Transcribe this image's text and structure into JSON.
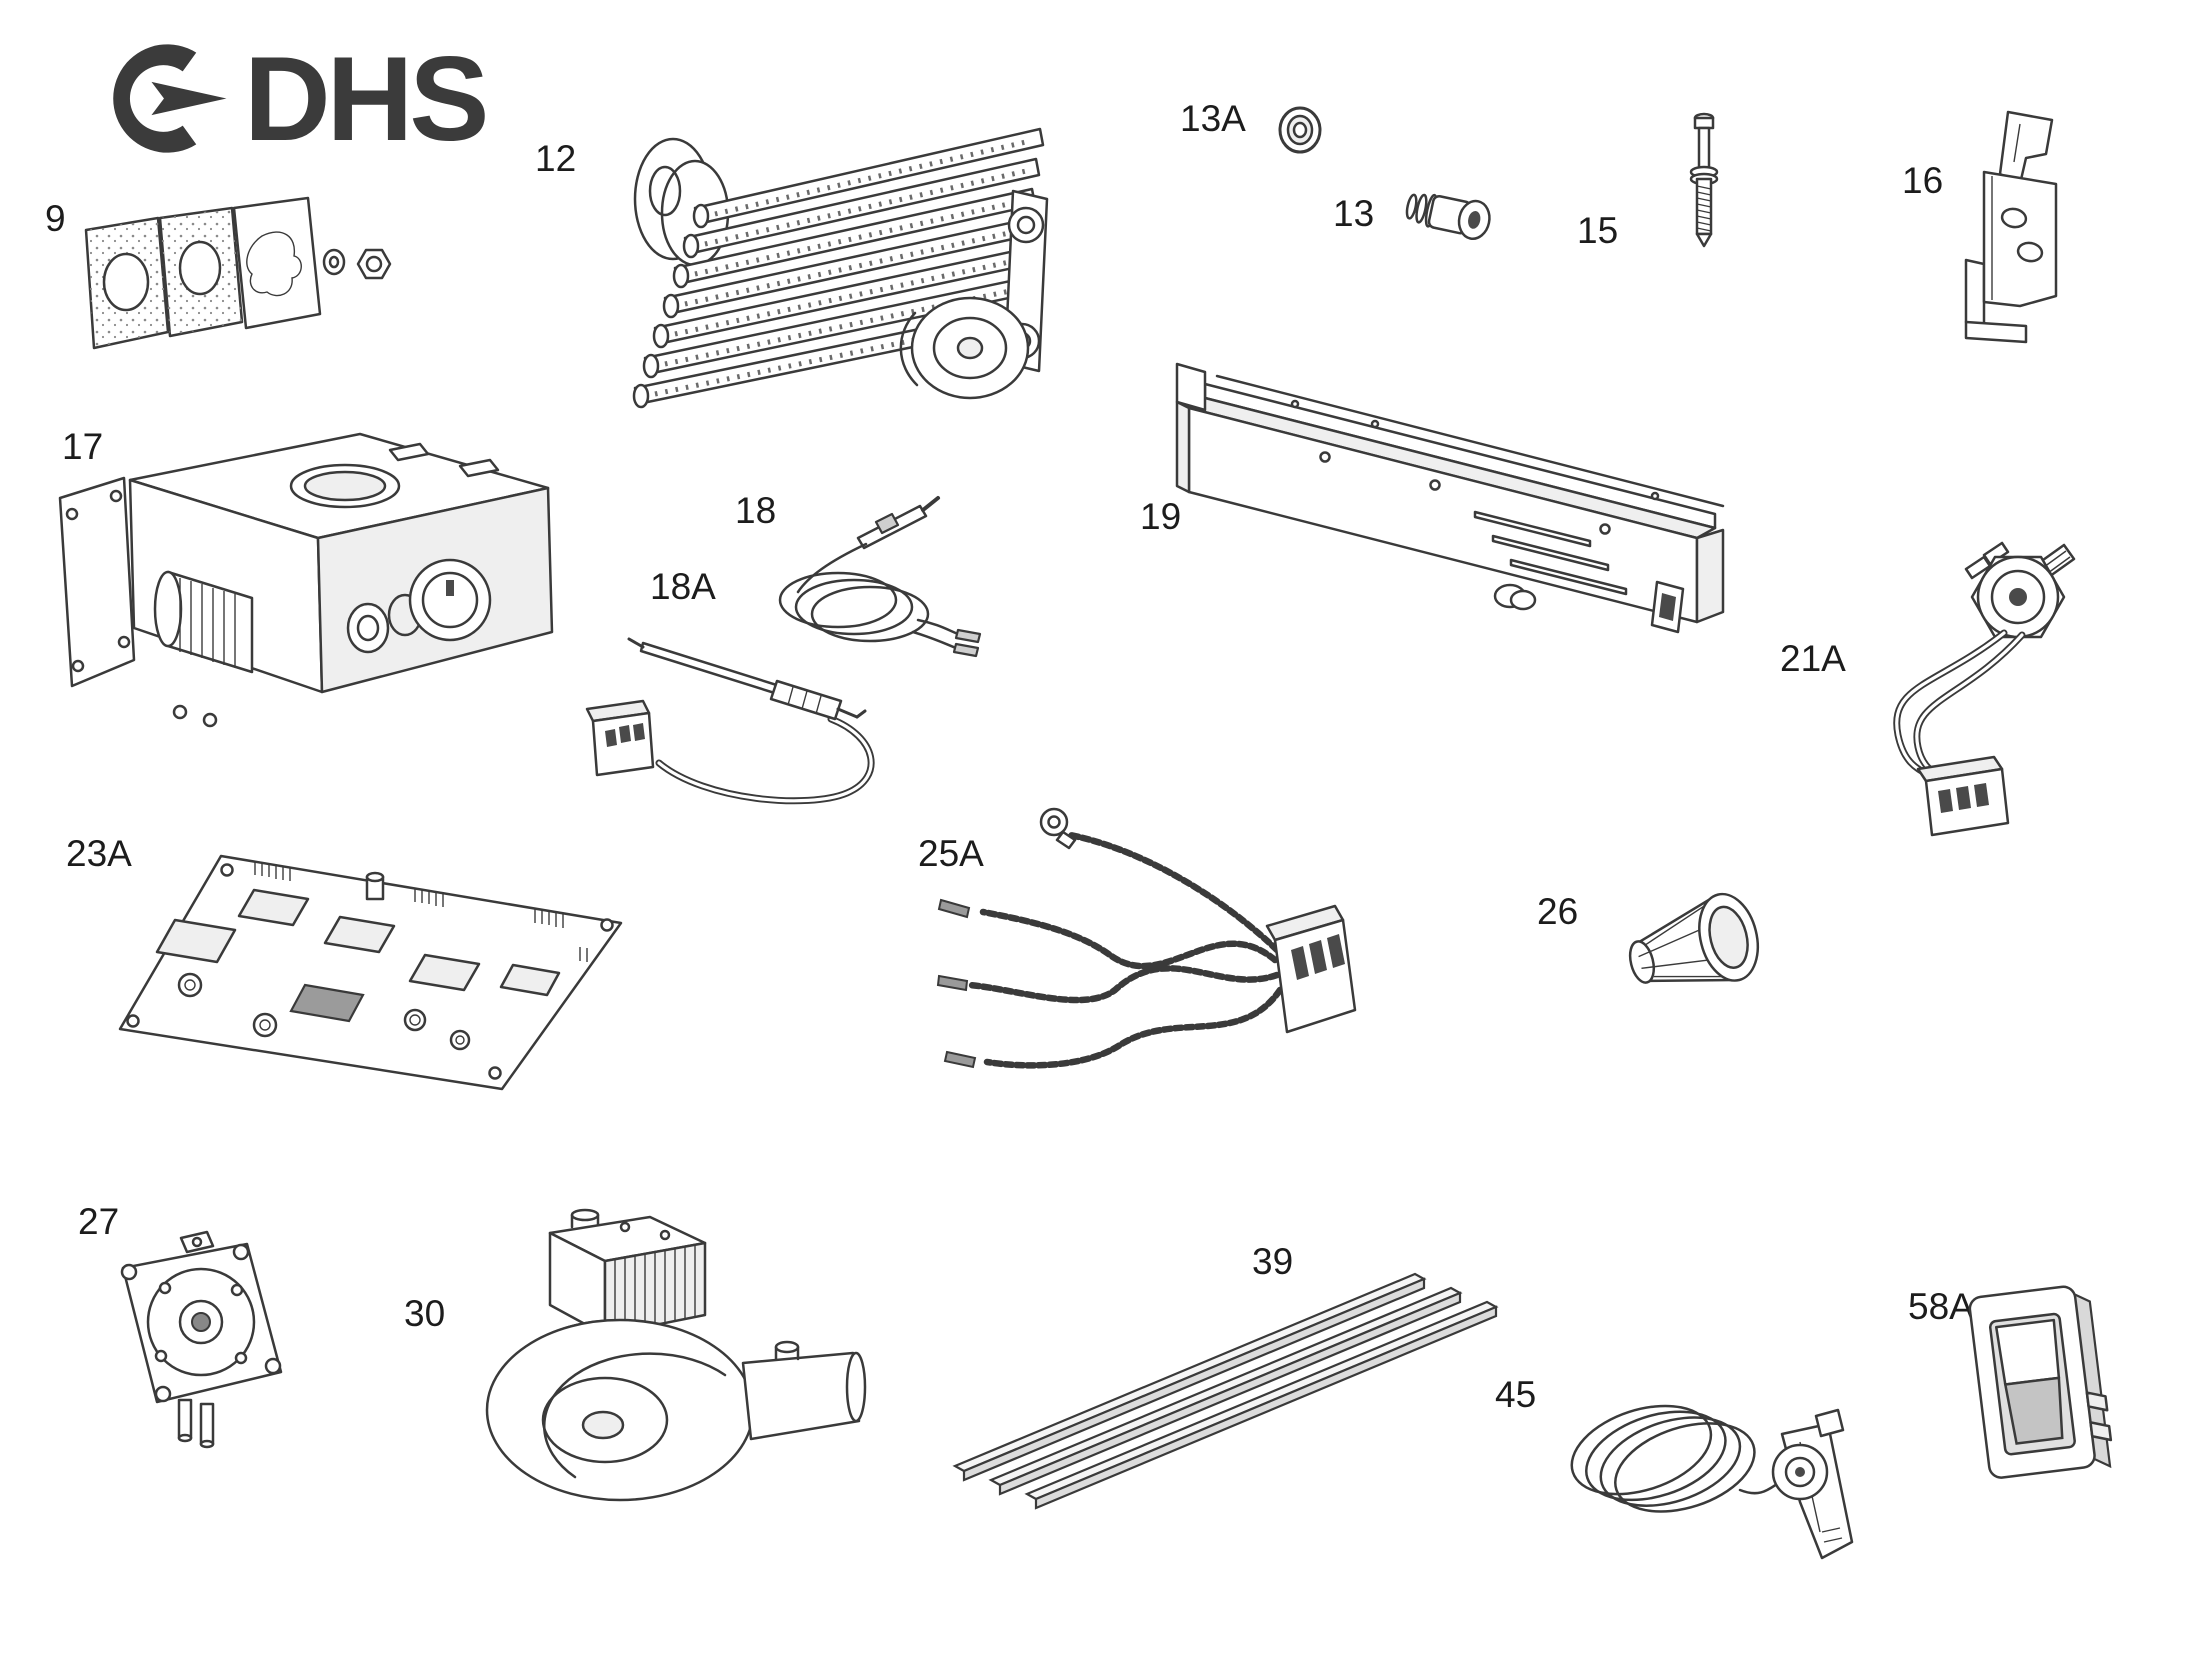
{
  "logo": {
    "text": "DHS"
  },
  "labels": {
    "p9": "9",
    "p12": "12",
    "p13a": "13A",
    "p13": "13",
    "p15": "15",
    "p16": "16",
    "p17": "17",
    "p18": "18",
    "p18a": "18A",
    "p19": "19",
    "p21a": "21A",
    "p23a": "23A",
    "p25a": "25A",
    "p26": "26",
    "p27": "27",
    "p30": "30",
    "p39": "39",
    "p45": "45",
    "p58a": "58A"
  },
  "colors": {
    "background": "#ffffff",
    "line_art": "#3a3a3a",
    "label_text": "#1c1c1c",
    "logo": "#3b3b3b"
  }
}
